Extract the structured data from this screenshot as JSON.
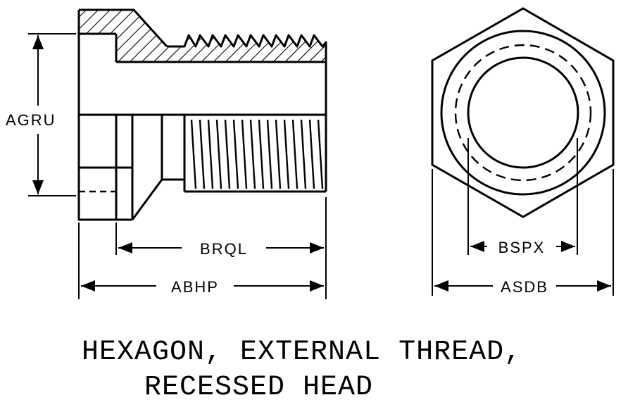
{
  "dimensions": {
    "agru": "AGRU",
    "brql": "BRQL",
    "abhp": "ABHP",
    "bspx": "BSPX",
    "asdb": "ASDB"
  },
  "caption": {
    "line1": "HEXAGON, EXTERNAL THREAD,",
    "line2": "RECESSED HEAD"
  },
  "colors": {
    "ink": "#000000",
    "paper": "#ffffff"
  }
}
